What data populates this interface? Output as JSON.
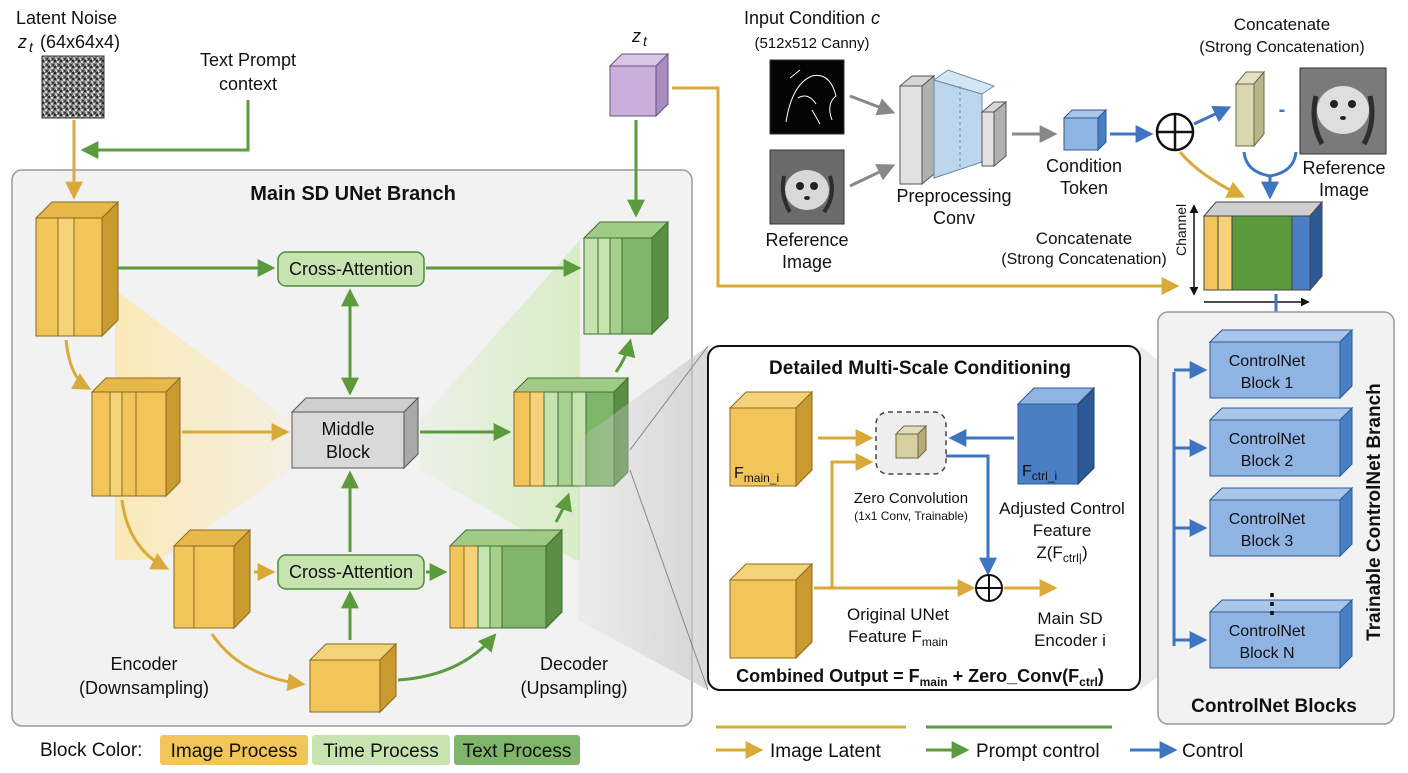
{
  "colors": {
    "image": "#f2c55a",
    "image_dark": "#c99a2e",
    "time": "#c6e3b0",
    "text": "#7fb56a",
    "text_dark": "#4f8a3d",
    "control": "#4a7fc4",
    "control_light": "#8fb4e3",
    "arrow_image": "#d9a93a",
    "arrow_prompt": "#5c9a3e",
    "arrow_control": "#3f74c0",
    "panel_bg": "#f2f2f2",
    "panel_border": "#9a9a9a"
  },
  "top_left": {
    "latent_noise_title": "Latent Noise",
    "latent_noise_var": "z",
    "latent_noise_sub": "t",
    "latent_noise_dims": "(64x64x4)",
    "text_prompt_line1": "Text Prompt",
    "text_prompt_line2": "context",
    "zt_var": "z",
    "zt_sub": "t"
  },
  "main_branch": {
    "title": "Main SD UNet Branch",
    "cross_attention_top": "Cross-Attention",
    "cross_attention_bottom": "Cross-Attention",
    "middle_block_line1": "Middle",
    "middle_block_line2": "Block",
    "encoder_line1": "Encoder",
    "encoder_line2": "(Downsampling)",
    "decoder_line1": "Decoder",
    "decoder_line2": "(Upsampling)"
  },
  "top_right": {
    "input_condition_title": "Input Condition",
    "input_condition_var": "c",
    "input_condition_sub": "(512x512 Canny)",
    "reference_image_left_1": "Reference",
    "reference_image_left_2": "Image",
    "preprocessing_1": "Preprocessing",
    "preprocessing_2": "Conv",
    "condition_token_1": "Condition",
    "condition_token_2": "Token",
    "concat_top_1": "Concatenate",
    "concat_top_2": "(Strong Concatenation)",
    "dash": "-",
    "reference_image_right_1": "Reference",
    "reference_image_right_2": "Image",
    "concat_mid_1": "Concatenate",
    "concat_mid_2": "(Strong Concatenation)",
    "channel_label": "Channel"
  },
  "detail": {
    "title": "Detailed Multi-Scale Conditioning",
    "f_main_i": "F",
    "f_main_i_sub": "main_i",
    "f_ctrl_i": "F",
    "f_ctrl_i_sub": "ctrl_i",
    "zero_conv_1": "Zero Convolution",
    "zero_conv_2": "(1x1 Conv, Trainable)",
    "adjusted_1": "Adjusted Control",
    "adjusted_2": "Feature",
    "adjusted_3": "Z(F",
    "adjusted_3_sub": "ctrl|",
    "adjusted_3_end": ")",
    "original_1": "Original UNet",
    "original_2": "Feature F",
    "original_2_sub": "main",
    "main_sd_1": "Main SD",
    "main_sd_2": "Encoder i",
    "combined_a": "Combined Output = F",
    "combined_a_sub": "main",
    "combined_b": " + Zero_Conv(F",
    "combined_b_sub": "ctrl",
    "combined_c": ")"
  },
  "controlnet": {
    "vertical_title": "Trainable ControlNet Branch",
    "footer": "ControlNet Blocks",
    "blocks": [
      {
        "l1": "ControlNet",
        "l2": "Block 1"
      },
      {
        "l1": "ControlNet",
        "l2": "Block 2"
      },
      {
        "l1": "ControlNet",
        "l2": "Block 3"
      },
      {
        "l1": "ControlNet",
        "l2": "Block N"
      }
    ],
    "ellipsis": "⋮"
  },
  "legend": {
    "block_color_label": "Block Color:",
    "image_process": "Image Process",
    "time_process": "Time Process",
    "text_process": "Text Process",
    "image_latent": "Image  Latent",
    "prompt_control": "Prompt control",
    "control": "Control"
  }
}
